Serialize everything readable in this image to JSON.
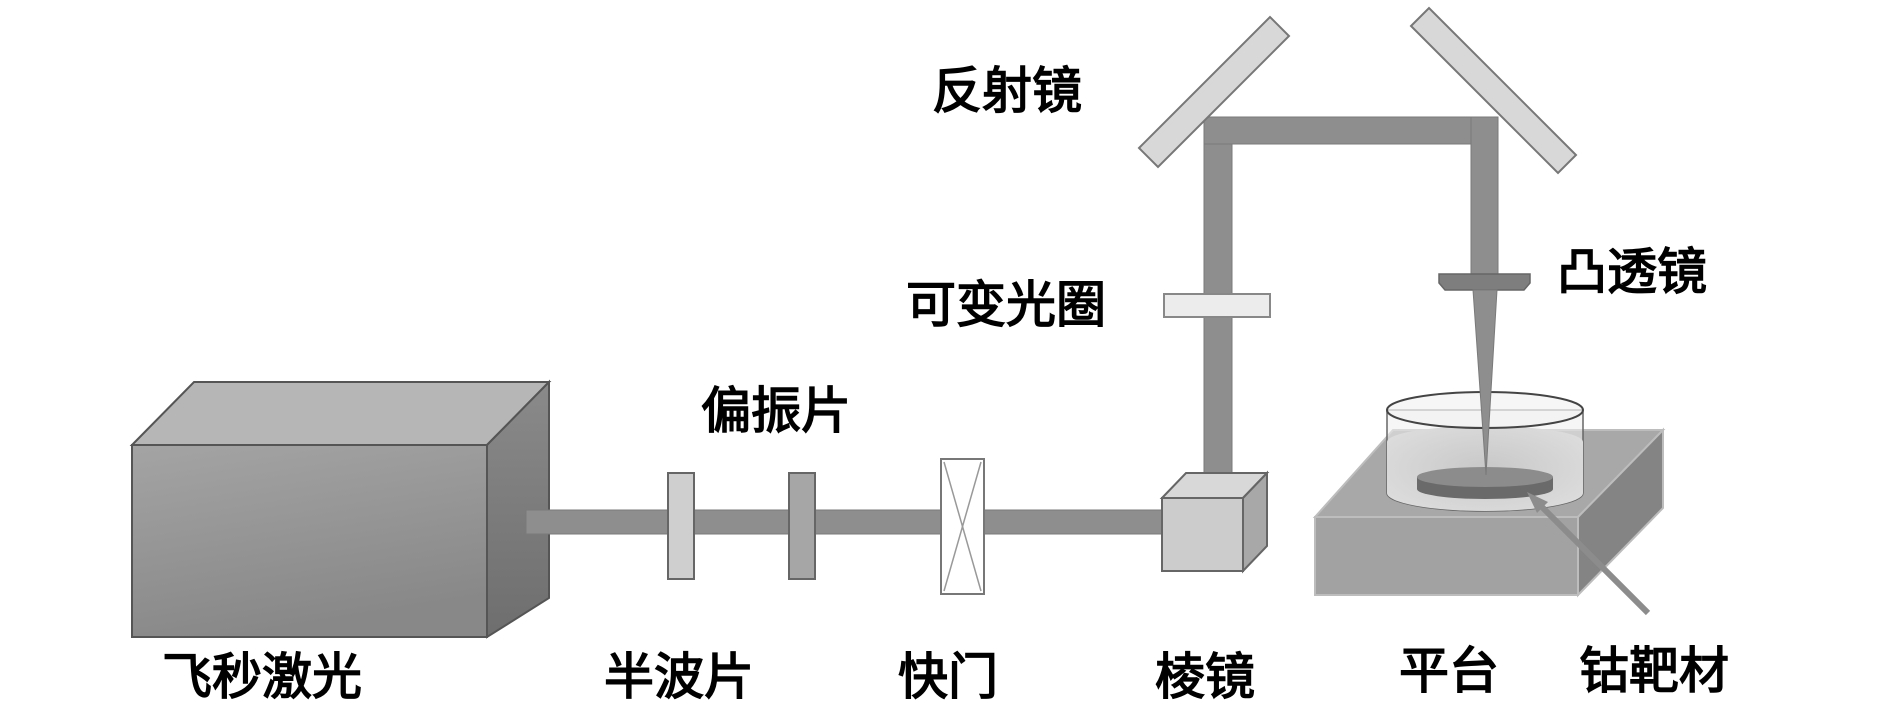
{
  "labels": {
    "laser": "飞秒激光",
    "half_wave_plate": "半波片",
    "polarizer": "偏振片",
    "shutter": "快门",
    "prism": "棱镜",
    "mirror": "反射镜",
    "aperture": "可变光圈",
    "convex_lens": "凸透镜",
    "platform": "平台",
    "cobalt_target": "钴靶材"
  },
  "colors": {
    "beam": "#8c8c8c",
    "component_light": "#d6d6d6",
    "component_mid": "#a8a8a8",
    "outline": "#666666"
  }
}
